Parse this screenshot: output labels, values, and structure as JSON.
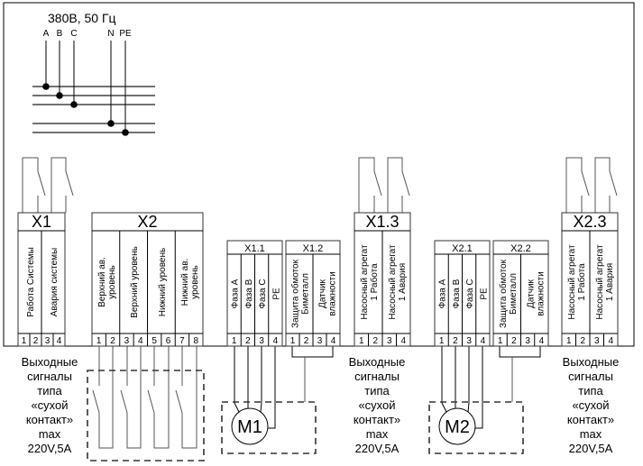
{
  "supply": {
    "voltage": "380В, 50 Гц",
    "phases": [
      "A",
      "B",
      "C",
      "N",
      "PE"
    ]
  },
  "blocks": [
    {
      "id": "X1",
      "columns": [
        [
          "Работа Системы"
        ],
        [
          "Авария системы"
        ]
      ],
      "terminals": [
        "1",
        "2",
        "3",
        "4"
      ]
    },
    {
      "id": "X2",
      "columns": [
        [
          "Верхний ав.",
          "уровень"
        ],
        [
          "Верхний уровень"
        ],
        [
          "Нижний  уровень"
        ],
        [
          "Нижний ав.",
          "уровень"
        ]
      ],
      "terminals": [
        "1",
        "2",
        "3",
        "4",
        "5",
        "6",
        "7",
        "8"
      ]
    },
    {
      "id": "X1.1",
      "columns": [
        [
          "Фаза А"
        ],
        [
          "Фаза В"
        ],
        [
          "Фаза С"
        ],
        [
          "РЕ"
        ]
      ],
      "terminals": [
        "1",
        "2",
        "3",
        "4"
      ]
    },
    {
      "id": "X1.2",
      "columns": [
        [
          "Защита обмоток",
          "Биметалл"
        ],
        [
          "Датчик",
          "влажности"
        ]
      ],
      "terminals": [
        "1",
        "2",
        "3",
        "4"
      ]
    },
    {
      "id": "X1.3",
      "columns": [
        [
          "Насосный агрегат",
          "1 Работа"
        ],
        [
          "Насосный агрегат",
          "1 Авария"
        ]
      ],
      "terminals": [
        "1",
        "2",
        "3",
        "4"
      ]
    },
    {
      "id": "X2.1",
      "columns": [
        [
          "Фаза А"
        ],
        [
          "Фаза В"
        ],
        [
          "Фаза С"
        ],
        [
          "РЕ"
        ]
      ],
      "terminals": [
        "1",
        "2",
        "3",
        "4"
      ]
    },
    {
      "id": "X2.2",
      "columns": [
        [
          "Защита обмоток",
          "Биметалл"
        ],
        [
          "Датчик",
          "влажности"
        ]
      ],
      "terminals": [
        "1",
        "2",
        "3",
        "4"
      ]
    },
    {
      "id": "X2.3",
      "columns": [
        [
          "Насосный агрегат",
          "1 Работа"
        ],
        [
          "Насосный агрегат",
          "1 Авария"
        ]
      ],
      "terminals": [
        "1",
        "2",
        "3",
        "4"
      ]
    }
  ],
  "motors": [
    "M1",
    "M2"
  ],
  "output_note": [
    "Выходные",
    "сигналы",
    "типа",
    "«сухой",
    "контакт»",
    "max",
    "220V,5A"
  ]
}
